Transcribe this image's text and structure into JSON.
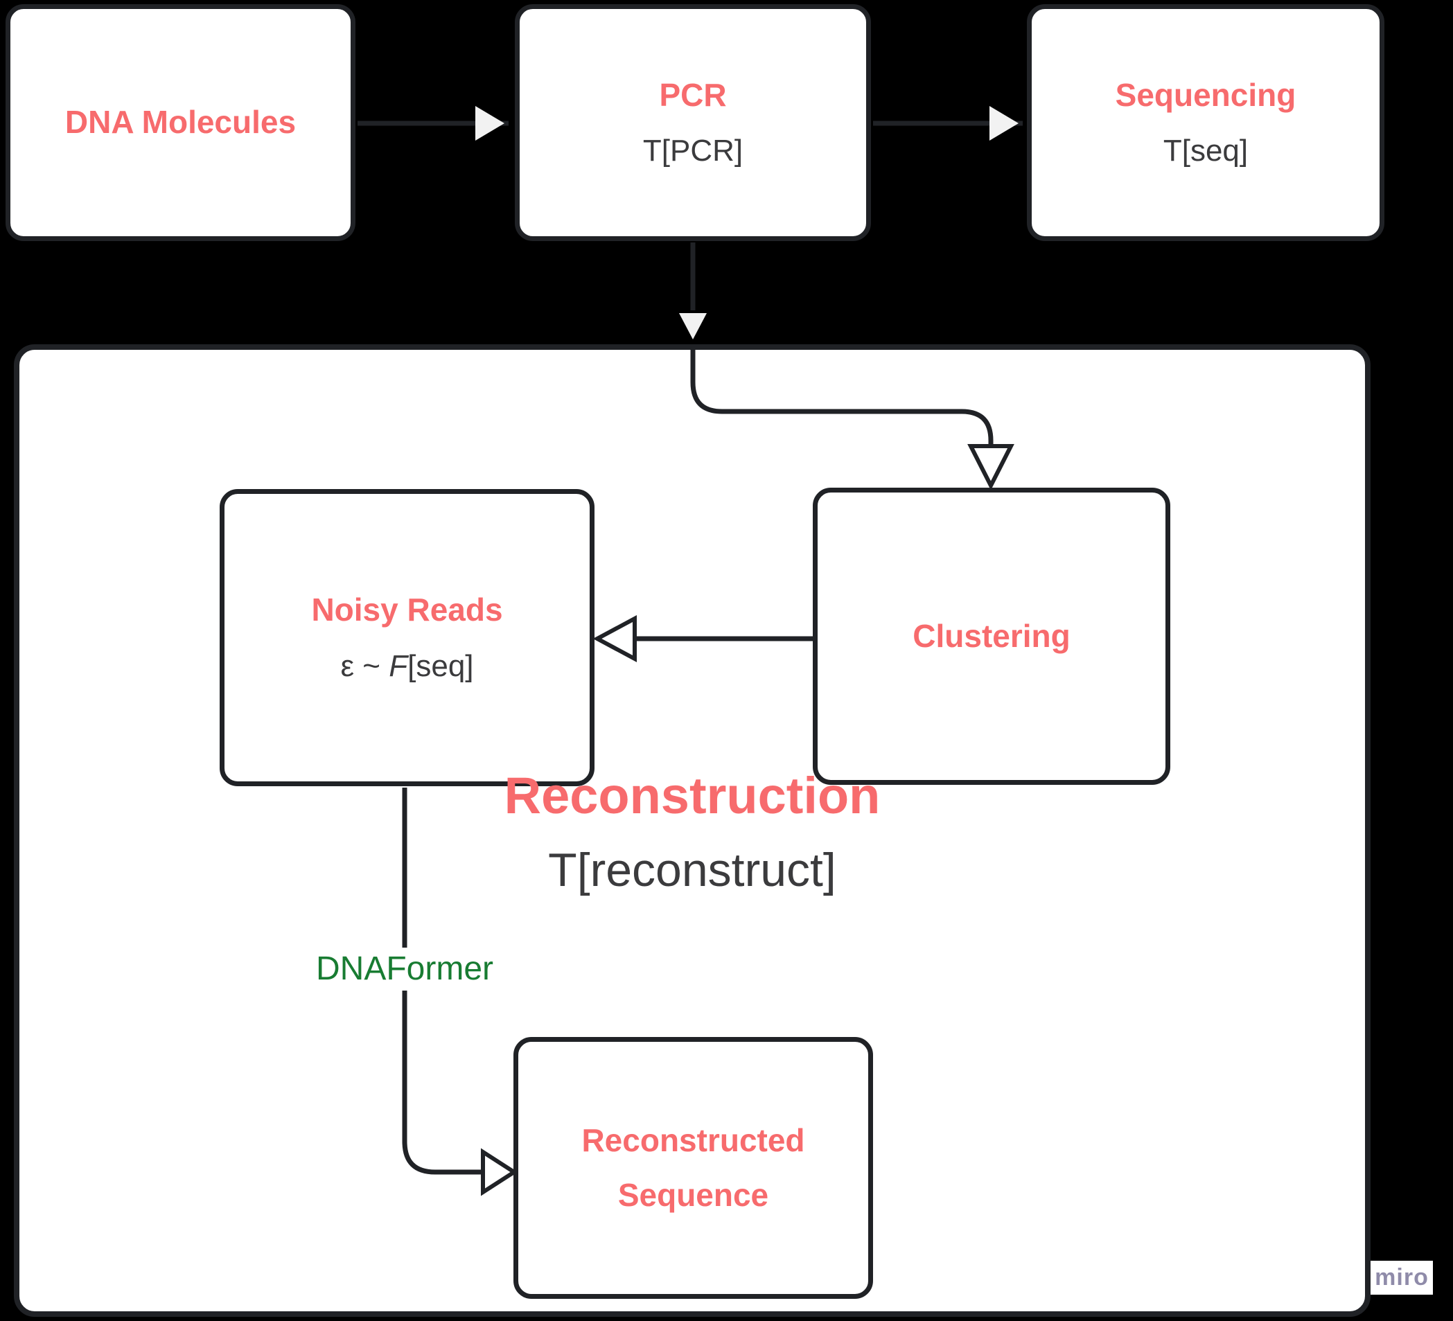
{
  "diagram": {
    "background_color": "#000000",
    "line_color": "#202226",
    "accent_red": "#f76b6d",
    "dark_text": "#3b3b3d",
    "green_text": "#187c32",
    "arrow_fill_light": "#f2f2f2"
  },
  "nodes": {
    "dna": {
      "title": "DNA Molecules"
    },
    "pcr": {
      "title": "PCR",
      "subtitle": "T[PCR]"
    },
    "sequencing": {
      "title": "Sequencing",
      "subtitle": "T[seq]"
    },
    "clustering": {
      "title": "Clustering"
    },
    "noisy_reads": {
      "title": "Noisy Reads",
      "sub_prefix": "ε ~ ",
      "sub_italic": "F",
      "sub_suffix": "[seq]"
    },
    "reconstructed": {
      "title_line1": "Reconstructed",
      "title_line2": "Sequence"
    }
  },
  "container": {
    "title": "Reconstruction",
    "subtitle": "T[reconstruct]"
  },
  "edge_labels": {
    "dnaformer": "DNAFormer"
  },
  "watermark": {
    "label": "miro"
  }
}
